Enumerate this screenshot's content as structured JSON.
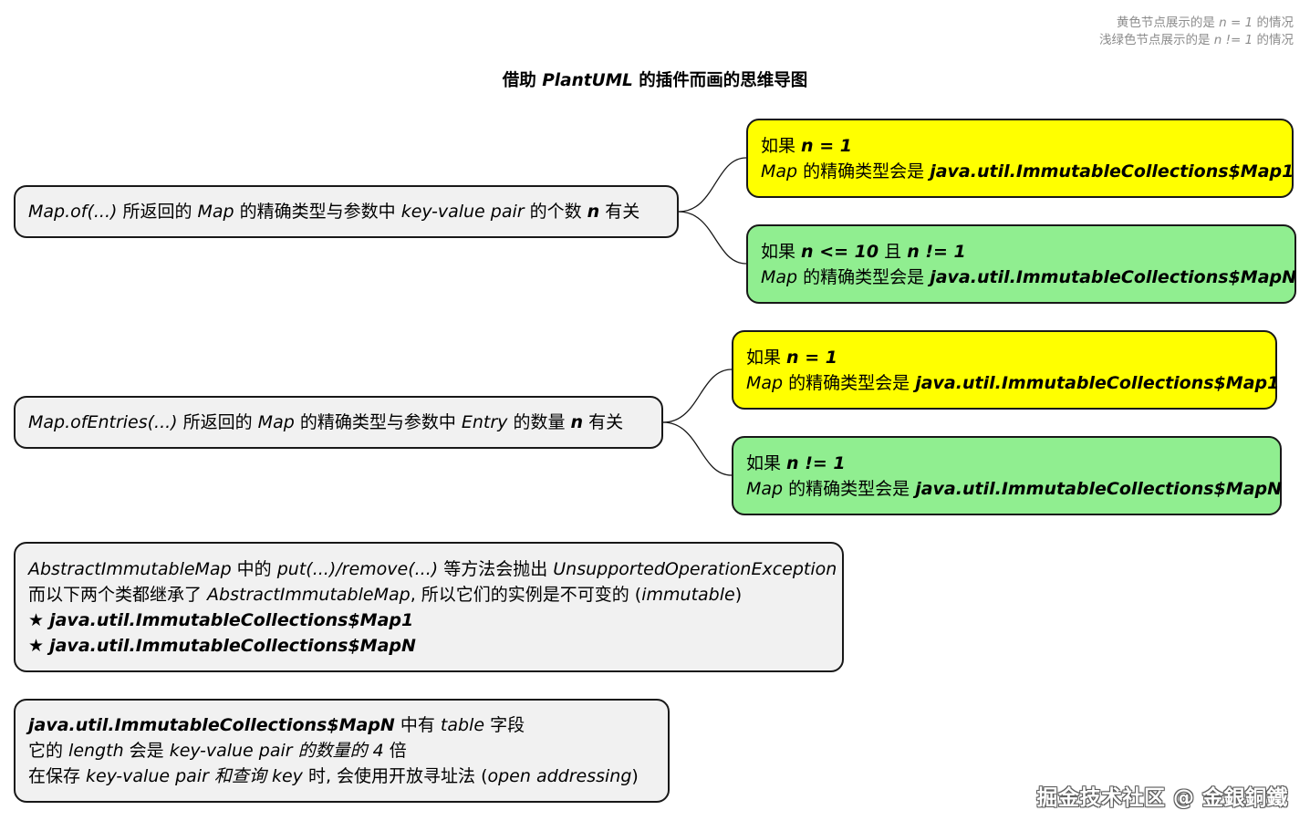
{
  "header": {
    "line1": {
      "pre": "黄色节点展示的是 ",
      "em": "n = 1",
      "post": " 的情况"
    },
    "line2": {
      "pre": "浅绿色节点展示的是 ",
      "em": "n != 1",
      "post": " 的情况"
    }
  },
  "title": {
    "pre": "借助 ",
    "em": "PlantUML",
    "post": " 的插件而画的思维导图"
  },
  "colors": {
    "yellow": "#ffff00",
    "green": "#90ee90",
    "neutral": "#f1f1f1",
    "border": "#181818"
  },
  "tree1": {
    "root": {
      "a": "Map.of(...)",
      "b": " 所返回的 ",
      "c": "Map",
      "d": " 的精确类型与参数中 ",
      "e": "key-value pair",
      "f": " 的个数 ",
      "g": "n",
      "h": " 有关"
    },
    "yes": {
      "l1_pre": "如果 ",
      "l1_cond": "n = 1",
      "l2_map": "Map",
      "l2_mid": " 的精确类型会是 ",
      "l2_cls": "java.util.ImmutableCollections$Map1"
    },
    "no": {
      "l1_pre": "如果 ",
      "l1_cond_a": "n <= 10",
      "l1_and": " 且 ",
      "l1_cond_b": "n != 1",
      "l2_map": "Map",
      "l2_mid": " 的精确类型会是 ",
      "l2_cls": "java.util.ImmutableCollections$MapN"
    }
  },
  "tree2": {
    "root": {
      "a": "Map.ofEntries(...)",
      "b": " 所返回的 ",
      "c": "Map",
      "d": " 的精确类型与参数中 ",
      "e": "Entry",
      "f": " 的数量 ",
      "g": "n",
      "h": " 有关"
    },
    "yes": {
      "l1_pre": "如果 ",
      "l1_cond": "n = 1",
      "l2_map": "Map",
      "l2_mid": " 的精确类型会是 ",
      "l2_cls": "java.util.ImmutableCollections$Map1"
    },
    "no": {
      "l1_pre": "如果 ",
      "l1_cond": "n != 1",
      "l2_map": "Map",
      "l2_mid": " 的精确类型会是 ",
      "l2_cls": "java.util.ImmutableCollections$MapN"
    }
  },
  "note1": {
    "l1": {
      "a": "AbstractImmutableMap",
      "b": " 中的 ",
      "c": "put(...)/remove(...)",
      "d": " 等方法会抛出 ",
      "e": "UnsupportedOperationException"
    },
    "l2": {
      "a": "而以下两个类都继承了 ",
      "b": "AbstractImmutableMap",
      "c": ", 所以它们的实例是不可变的 (",
      "d": "immutable",
      "e": ")"
    },
    "bullet": "★",
    "l3": "java.util.ImmutableCollections$Map1",
    "l4": "java.util.ImmutableCollections$MapN"
  },
  "note2": {
    "l1": {
      "a": "java.util.ImmutableCollections$MapN",
      "b": " 中有 ",
      "c": "table",
      "d": " 字段"
    },
    "l2": {
      "a": "它的 ",
      "b": "length",
      "c": " 会是 ",
      "d": "key-value pair 的数量的 4",
      "e": " 倍"
    },
    "l3": {
      "a": "在保存 ",
      "b": "key-value pair 和查询 key",
      "c": " 时, 会使用开放寻址法 (",
      "d": "open addressing",
      "e": ")"
    }
  },
  "watermark": "掘金技术社区 @ 金銀銅鐵"
}
